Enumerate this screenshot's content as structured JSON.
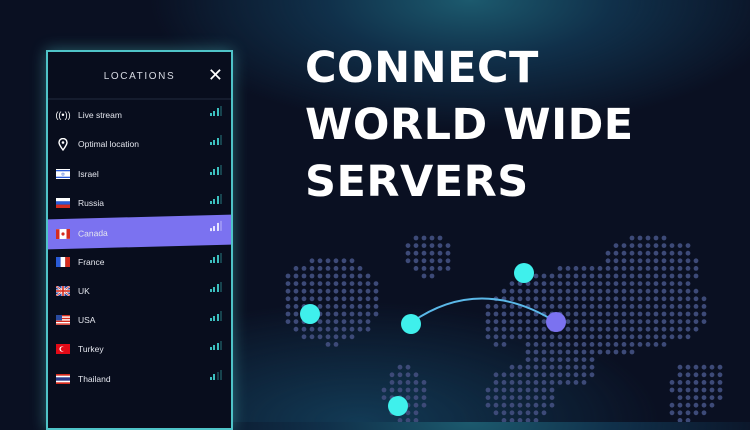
{
  "panel": {
    "title": "LOCATIONS",
    "close_icon": "close-icon",
    "items": [
      {
        "label": "Live stream",
        "icon": "broadcast-icon",
        "signal": 3,
        "selected": false
      },
      {
        "label": "Optimal location",
        "icon": "location-pin-icon",
        "signal": 3,
        "selected": false
      },
      {
        "label": "Israel",
        "icon": "flag-israel-icon",
        "signal": 3,
        "selected": false
      },
      {
        "label": "Russia",
        "icon": "flag-russia-icon",
        "signal": 3,
        "selected": false
      },
      {
        "label": "Canada",
        "icon": "flag-canada-icon",
        "signal": 3,
        "selected": true
      },
      {
        "label": "France",
        "icon": "flag-france-icon",
        "signal": 3,
        "selected": false
      },
      {
        "label": "UK",
        "icon": "flag-uk-icon",
        "signal": 3,
        "selected": false
      },
      {
        "label": "USA",
        "icon": "flag-usa-icon",
        "signal": 3,
        "selected": false
      },
      {
        "label": "Turkey",
        "icon": "flag-turkey-icon",
        "signal": 3,
        "selected": false
      },
      {
        "label": "Thailand",
        "icon": "flag-thailand-icon",
        "signal": 2,
        "selected": false
      }
    ]
  },
  "headline": {
    "line1": "CONNECT",
    "line2": "WORLD WIDE",
    "line3": "SERVERS"
  },
  "colors": {
    "accent": "#4fc3c8",
    "selected": "#7b72f0",
    "node": "#3ff0ec",
    "node_active": "#7b72f0",
    "dots": "#3d4a78"
  }
}
